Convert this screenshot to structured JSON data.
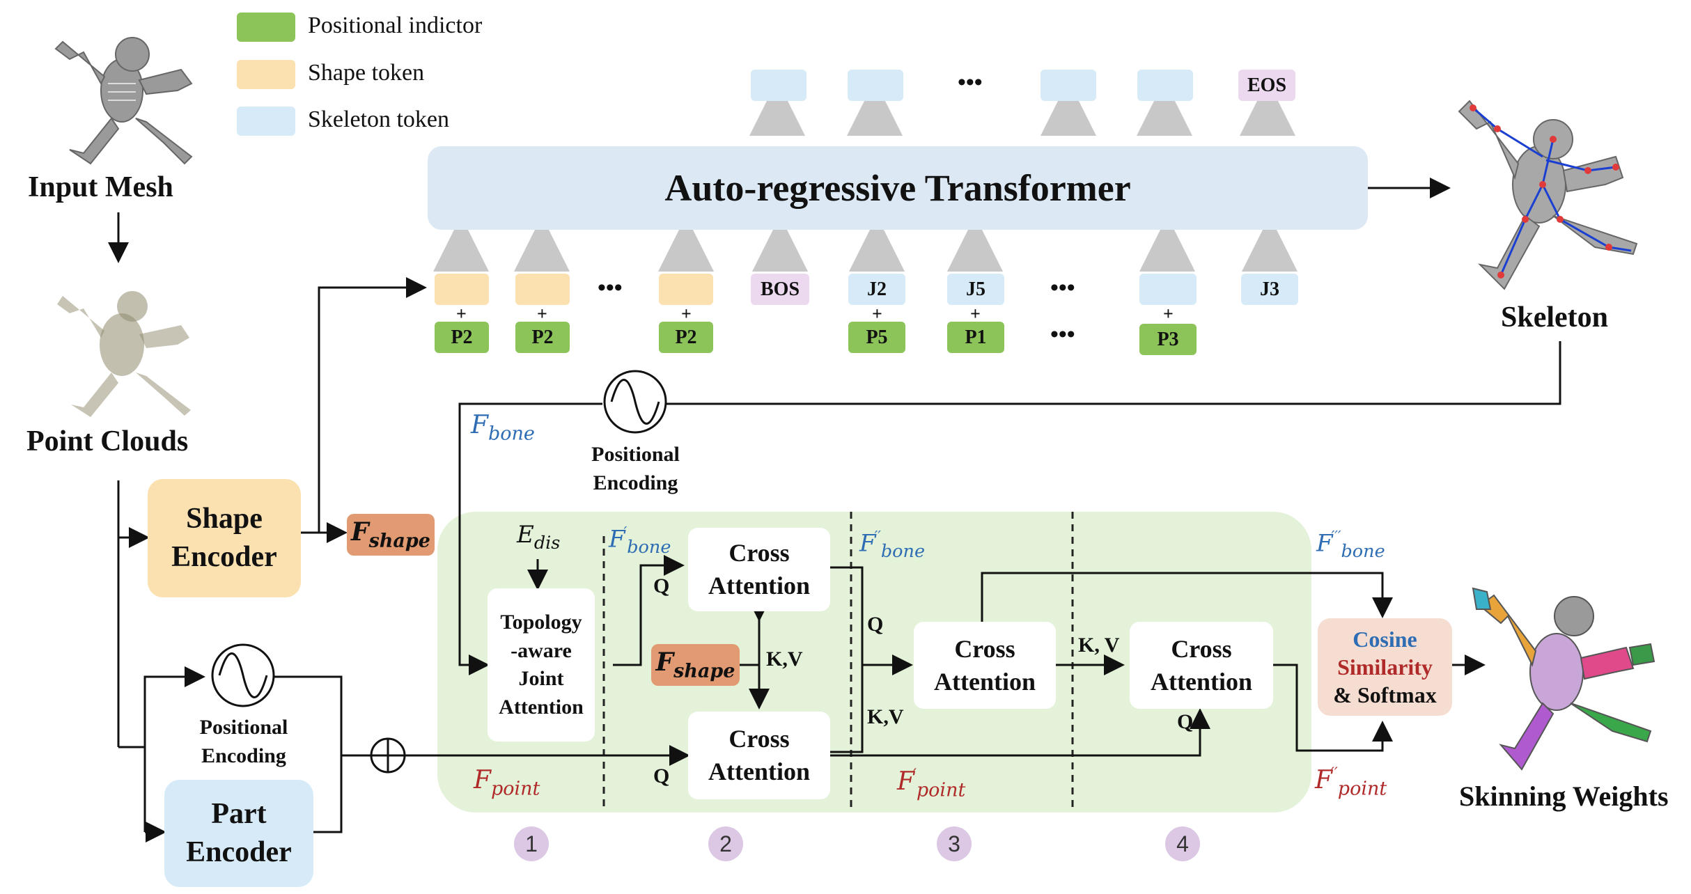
{
  "legend": [
    {
      "label": "Positional indictor",
      "color": "#8cc45a"
    },
    {
      "label": "Shape token",
      "color": "#fbe0b0"
    },
    {
      "label": "Skeleton token",
      "color": "#d6ebf7"
    }
  ],
  "input_mesh_label": "Input Mesh",
  "point_clouds_label": "Point Clouds",
  "skeleton_label": "Skeleton",
  "skinning_label": "Skinning Weights",
  "transformer_label": "Auto-regressive Transformer",
  "output_tokens": {
    "ellipsis": "•••",
    "eos": "EOS"
  },
  "input_tokens": {
    "bos": "BOS",
    "j2": "J2",
    "j5": "J5",
    "j3": "J3",
    "ellipsis": "•••",
    "plus": "+"
  },
  "positional": [
    "P2",
    "P2",
    "P2",
    "P5",
    "P1",
    "P3"
  ],
  "positional_encoding_label_1": "Positional",
  "positional_encoding_label_2": "Encoding",
  "shape_encoder": [
    "Shape",
    "Encoder"
  ],
  "part_encoder": [
    "Part",
    "Encoder"
  ],
  "features": {
    "f": "F",
    "shape": "shape",
    "bone": "bone",
    "point": "point",
    "e": "E",
    "dis": "dis",
    "prime1": "′",
    "prime2": "′′",
    "prime3": "′′′"
  },
  "topology_block": [
    "Topology",
    "-aware",
    "Joint",
    "Attention"
  ],
  "cross_attention": [
    "Cross",
    "Attention"
  ],
  "qkv": {
    "q": "Q",
    "kv": "K,V",
    "kv_space": "K, V"
  },
  "cosine_block": {
    "line1": "Cosine",
    "line2": "Similarity",
    "line3": "& Softmax"
  },
  "stage_numbers": [
    "1",
    "2",
    "3",
    "4"
  ],
  "colors": {
    "positional": "#8cc45a",
    "shape_token": "#fbe0b0",
    "skeleton_token": "#d6ebf7",
    "special_token": "#ecd9ef",
    "transformer": "#dce8f4",
    "green_panel": "#e3f2d8",
    "shape_feature": "#e29a72",
    "cosine": "#f6ddd1"
  }
}
